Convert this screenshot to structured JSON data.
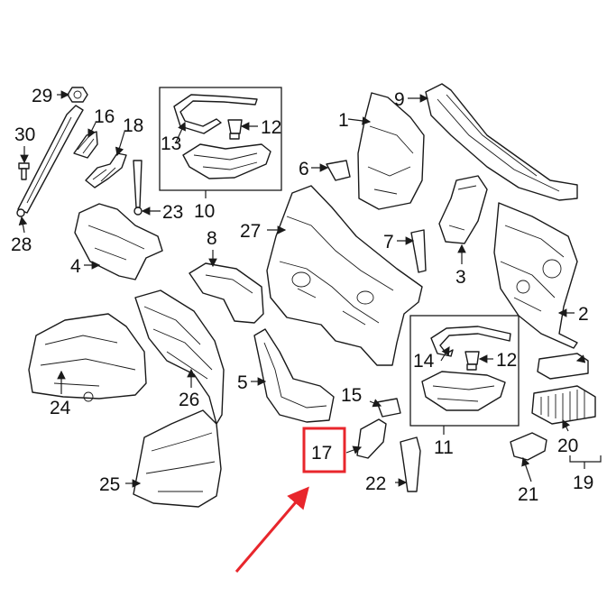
{
  "diagram": {
    "callouts": [
      {
        "id": "c1",
        "label": "1"
      },
      {
        "id": "c2",
        "label": "2"
      },
      {
        "id": "c3",
        "label": "3"
      },
      {
        "id": "c4",
        "label": "4"
      },
      {
        "id": "c5",
        "label": "5"
      },
      {
        "id": "c6",
        "label": "6"
      },
      {
        "id": "c7",
        "label": "7"
      },
      {
        "id": "c8",
        "label": "8"
      },
      {
        "id": "c9",
        "label": "9"
      },
      {
        "id": "c10",
        "label": "10"
      },
      {
        "id": "c11",
        "label": "11"
      },
      {
        "id": "c12a",
        "label": "12"
      },
      {
        "id": "c12b",
        "label": "12"
      },
      {
        "id": "c13",
        "label": "13"
      },
      {
        "id": "c14",
        "label": "14"
      },
      {
        "id": "c15",
        "label": "15"
      },
      {
        "id": "c16",
        "label": "16"
      },
      {
        "id": "c17",
        "label": "17"
      },
      {
        "id": "c18",
        "label": "18"
      },
      {
        "id": "c19",
        "label": "19"
      },
      {
        "id": "c20",
        "label": "20"
      },
      {
        "id": "c21",
        "label": "21"
      },
      {
        "id": "c22",
        "label": "22"
      },
      {
        "id": "c23",
        "label": "23"
      },
      {
        "id": "c24",
        "label": "24"
      },
      {
        "id": "c25",
        "label": "25"
      },
      {
        "id": "c26",
        "label": "26"
      },
      {
        "id": "c27",
        "label": "27"
      },
      {
        "id": "c28",
        "label": "28"
      },
      {
        "id": "c29",
        "label": "29"
      },
      {
        "id": "c30",
        "label": "30"
      }
    ],
    "highlight": {
      "label_ref": "17",
      "box_color": "#e8262c",
      "arrow_color": "#e8262c"
    },
    "line_color": "#1a1a1a"
  }
}
